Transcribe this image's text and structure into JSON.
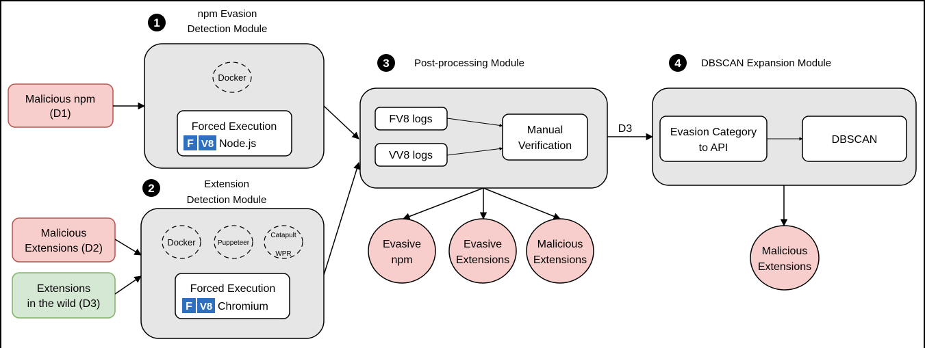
{
  "modules": {
    "m1": {
      "number": "1",
      "title_line1": "npm Evasion",
      "title_line2": "Detection Module"
    },
    "m2": {
      "number": "2",
      "title_line1": "Extension",
      "title_line2": "Detection Module"
    },
    "m3": {
      "number": "3",
      "title": "Post-processing Module"
    },
    "m4": {
      "number": "4",
      "title": "DBSCAN Expansion Module"
    }
  },
  "inputs": {
    "npm_line1": "Malicious npm",
    "npm_line2": "(D1)",
    "ext_line1": "Malicious",
    "ext_line2": "Extensions (D2)",
    "wild_line1": "Extensions",
    "wild_line2": "in the wild (D3)"
  },
  "tools": {
    "docker": "Docker",
    "puppeteer": "Puppeteer",
    "catapult_line1": "Catapult",
    "catapult_line2": "WPR"
  },
  "forced_execution": {
    "label": "Forced Execution",
    "npm_target": "Node.js",
    "ext_target": "Chromium",
    "logo_letters": "F",
    "logo_v8": "V8"
  },
  "post": {
    "fv8": "FV8 logs",
    "vv8": "VV8 logs",
    "manual_line1": "Manual",
    "manual_line2": "Verification"
  },
  "edge_label": "D3",
  "dbscan": {
    "evasion_line1": "Evasion Category",
    "evasion_line2": "to API",
    "dbscan": "DBSCAN"
  },
  "outputs": {
    "evasive_npm_line1": "Evasive",
    "evasive_npm_line2": "npm",
    "evasive_ext_line1": "Evasive",
    "evasive_ext_line2": "Extensions",
    "mal_ext_line1": "Malicious",
    "mal_ext_line2": "Extensions",
    "final_line1": "Malicious",
    "final_line2": "Extensions"
  },
  "colors": {
    "module_fill": "#e6e6e6",
    "red_fill": "#f8cecc",
    "red_stroke": "#b85450",
    "green_fill": "#d5e8d4",
    "green_stroke": "#82b366",
    "logo_blue": "#2f6fbf"
  }
}
